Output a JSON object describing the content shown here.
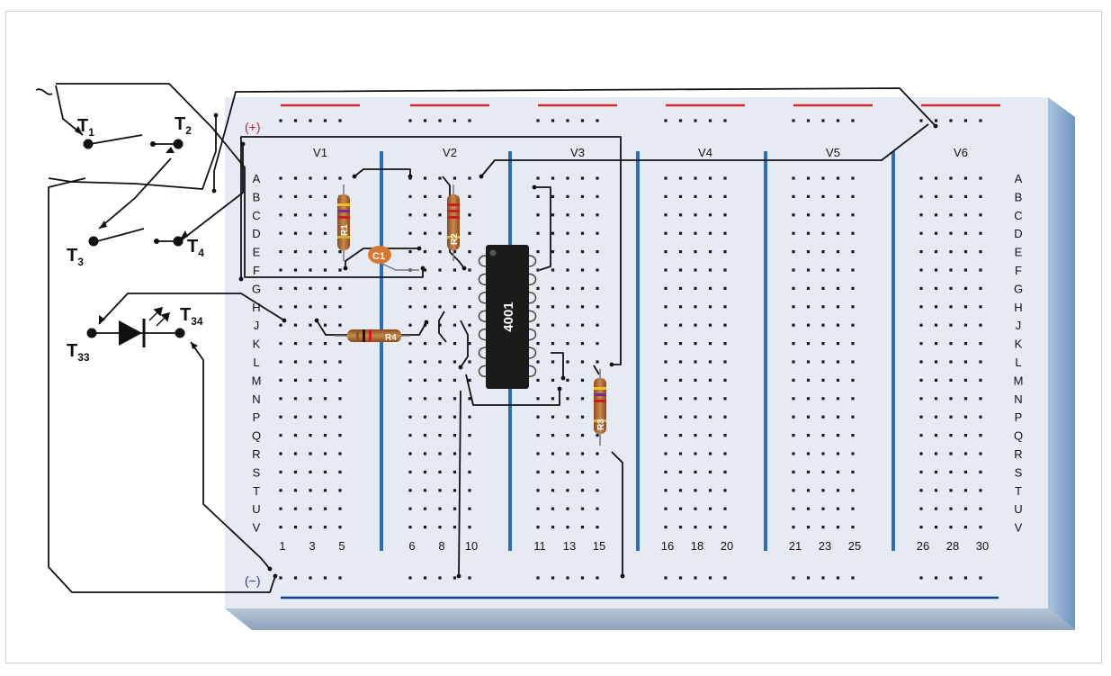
{
  "board": {
    "plus_label": "(+)",
    "minus_label": "(−)",
    "group_labels": [
      "V1",
      "V2",
      "V3",
      "V4",
      "V5",
      "V6"
    ],
    "row_labels": [
      "A",
      "B",
      "C",
      "D",
      "E",
      "F",
      "G",
      "H",
      "J",
      "K",
      "L",
      "M",
      "N",
      "P",
      "Q",
      "R",
      "S",
      "T",
      "U",
      "V"
    ],
    "column_labels": [
      "1",
      "3",
      "5",
      "6",
      "8",
      "10",
      "11",
      "13",
      "15",
      "16",
      "18",
      "20",
      "21",
      "23",
      "25",
      "26",
      "28",
      "30"
    ]
  },
  "components": {
    "chip_label": "4001",
    "resistors": [
      "R1",
      "R2",
      "R3",
      "R4"
    ],
    "capacitor": "C1"
  },
  "terminals": {
    "t1": {
      "main": "T",
      "sub": "1"
    },
    "t2": {
      "main": "T",
      "sub": "2"
    },
    "t3": {
      "main": "T",
      "sub": "3"
    },
    "t4": {
      "main": "T",
      "sub": "4"
    },
    "t33": {
      "main": "T",
      "sub": "33"
    },
    "t34": {
      "main": "T",
      "sub": "34"
    }
  },
  "colors": {
    "board": "#e6eaf3",
    "board_side": "#8fb0d2",
    "board_shadow": "#c6cfdc",
    "rail_plus": "#d42a2a",
    "rail_minus": "#1a3f9a",
    "divider": "#2c6fb3",
    "wire": "#111111",
    "hole": "#1a1a1a"
  }
}
